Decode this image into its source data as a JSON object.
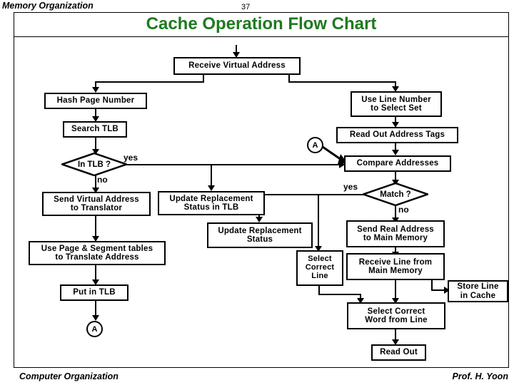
{
  "header": {
    "course_label": "Memory Organization",
    "page_number": "37",
    "title": "Cache Operation Flow Chart",
    "title_color": "#1f7a1f"
  },
  "footer": {
    "left": "Computer Organization",
    "right": "Prof. H. Yoon"
  },
  "chart_data": {
    "type": "diagram",
    "title": "Cache Operation Flow Chart",
    "nodes": [
      {
        "id": "receive-virtual-address",
        "label": "Receive Virtual Address",
        "shape": "process"
      },
      {
        "id": "hash-page-number",
        "label": "Hash Page Number",
        "shape": "process"
      },
      {
        "id": "search-tlb",
        "label": "Search TLB",
        "shape": "process"
      },
      {
        "id": "in-tlb",
        "label": "In TLB ?",
        "shape": "decision"
      },
      {
        "id": "send-virtual-address-to-translator",
        "label": "Send Virtual Address\nto Translator",
        "shape": "process"
      },
      {
        "id": "use-page-segment-tables",
        "label": "Use Page & Segment tables\nto Translate Address",
        "shape": "process"
      },
      {
        "id": "put-in-tlb",
        "label": "Put in TLB",
        "shape": "process"
      },
      {
        "id": "connector-a-bottom",
        "label": "A",
        "shape": "connector"
      },
      {
        "id": "update-replacement-status-in-tlb",
        "label": "Update Replacement\nStatus in TLB",
        "shape": "process"
      },
      {
        "id": "update-replacement-status",
        "label": "Update Replacement\nStatus",
        "shape": "process"
      },
      {
        "id": "use-line-number-to-select-set",
        "label": "Use Line Number\nto Select Set",
        "shape": "process"
      },
      {
        "id": "read-out-address-tags",
        "label": "Read Out Address Tags",
        "shape": "process"
      },
      {
        "id": "connector-a-top",
        "label": "A",
        "shape": "connector"
      },
      {
        "id": "compare-addresses",
        "label": "Compare Addresses",
        "shape": "process"
      },
      {
        "id": "match",
        "label": "Match ?",
        "shape": "decision"
      },
      {
        "id": "select-correct-line",
        "label": "Select\nCorrect\nLine",
        "shape": "process"
      },
      {
        "id": "send-real-address-to-main-memory",
        "label": "Send Real Address\nto Main Memory",
        "shape": "process"
      },
      {
        "id": "receive-line-from-main-memory",
        "label": "Receive Line from\nMain Memory",
        "shape": "process"
      },
      {
        "id": "store-line-in-cache",
        "label": "Store Line\nin Cache",
        "shape": "process"
      },
      {
        "id": "select-correct-word-from-line",
        "label": "Select Correct\nWord from Line",
        "shape": "process"
      },
      {
        "id": "read-out",
        "label": "Read Out",
        "shape": "process"
      }
    ],
    "edge_labels": {
      "in_tlb_yes": "yes",
      "in_tlb_no": "no",
      "match_yes": "yes",
      "match_no": "no"
    },
    "edges": [
      {
        "from": "receive-virtual-address",
        "to": "hash-page-number"
      },
      {
        "from": "receive-virtual-address",
        "to": "use-line-number-to-select-set"
      },
      {
        "from": "hash-page-number",
        "to": "search-tlb"
      },
      {
        "from": "search-tlb",
        "to": "in-tlb"
      },
      {
        "from": "in-tlb",
        "to": "update-replacement-status-in-tlb",
        "label": "yes"
      },
      {
        "from": "in-tlb",
        "to": "send-virtual-address-to-translator",
        "label": "no"
      },
      {
        "from": "in-tlb",
        "to": "compare-addresses",
        "label": "yes"
      },
      {
        "from": "send-virtual-address-to-translator",
        "to": "use-page-segment-tables"
      },
      {
        "from": "use-page-segment-tables",
        "to": "put-in-tlb"
      },
      {
        "from": "put-in-tlb",
        "to": "connector-a-bottom"
      },
      {
        "from": "connector-a-top",
        "to": "compare-addresses"
      },
      {
        "from": "use-line-number-to-select-set",
        "to": "read-out-address-tags"
      },
      {
        "from": "read-out-address-tags",
        "to": "compare-addresses"
      },
      {
        "from": "compare-addresses",
        "to": "match"
      },
      {
        "from": "match",
        "to": "update-replacement-status",
        "label": "yes"
      },
      {
        "from": "match",
        "to": "select-correct-line",
        "label": "yes"
      },
      {
        "from": "match",
        "to": "send-real-address-to-main-memory",
        "label": "no"
      },
      {
        "from": "send-real-address-to-main-memory",
        "to": "receive-line-from-main-memory"
      },
      {
        "from": "receive-line-from-main-memory",
        "to": "store-line-in-cache"
      },
      {
        "from": "receive-line-from-main-memory",
        "to": "select-correct-word-from-line"
      },
      {
        "from": "select-correct-line",
        "to": "select-correct-word-from-line"
      },
      {
        "from": "select-correct-word-from-line",
        "to": "read-out"
      }
    ]
  },
  "flow": {
    "receive_virtual_address": "Receive Virtual Address",
    "hash_page_number": "Hash Page Number",
    "search_tlb": "Search TLB",
    "in_tlb": "In TLB ?",
    "yes_1": "yes",
    "no_1": "no",
    "send_virtual_address_l1": "Send Virtual Address",
    "send_virtual_address_l2": "to Translator",
    "use_page_segment_l1": "Use Page & Segment tables",
    "use_page_segment_l2": "to Translate Address",
    "put_in_tlb": "Put in TLB",
    "connector_a_bottom": "A",
    "update_repl_tlb_l1": "Update Replacement",
    "update_repl_tlb_l2": "Status in TLB",
    "update_repl_l1": "Update Replacement",
    "update_repl_l2": "Status",
    "use_line_number_l1": "Use Line Number",
    "use_line_number_l2": "to Select Set",
    "read_out_address_tags": "Read Out Address Tags",
    "connector_a_top": "A",
    "compare_addresses": "Compare Addresses",
    "match": "Match ?",
    "yes_2": "yes",
    "no_2": "no",
    "select_correct_line_l1": "Select",
    "select_correct_line_l2": "Correct",
    "select_correct_line_l3": "Line",
    "send_real_address_l1": "Send Real Address",
    "send_real_address_l2": "to Main Memory",
    "receive_line_l1": "Receive Line from",
    "receive_line_l2": "Main Memory",
    "store_line_l1": "Store Line",
    "store_line_l2": "in Cache",
    "select_word_l1": "Select Correct",
    "select_word_l2": "Word from Line",
    "read_out": "Read Out"
  }
}
